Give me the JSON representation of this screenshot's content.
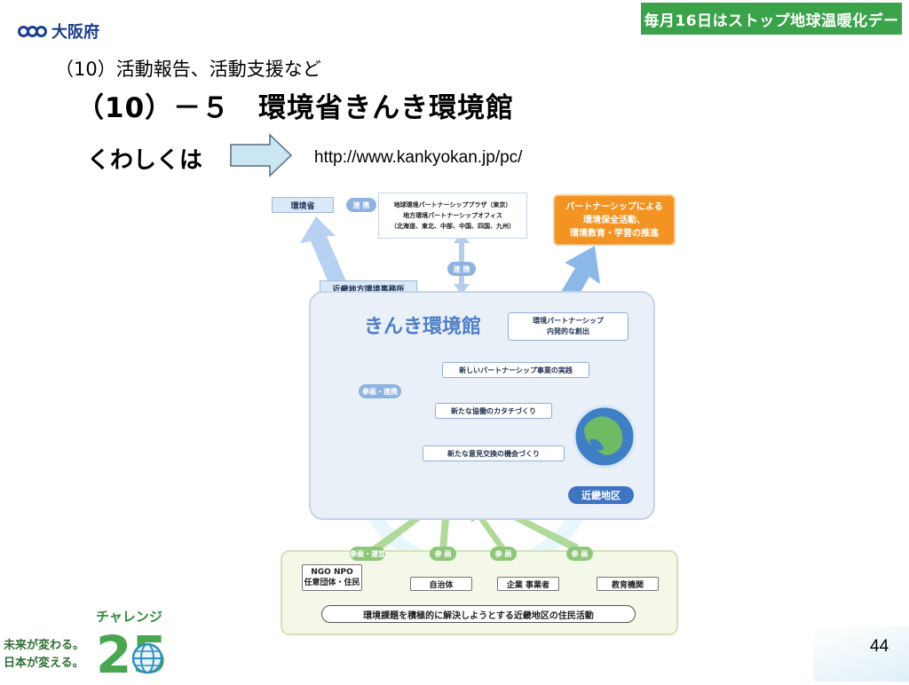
{
  "header": {
    "logo_text": "大阪府",
    "banner": "毎月16日はストップ地球温暖化デー"
  },
  "slide": {
    "subtitle": "（10）活動報告、活動支援など",
    "title": "（10）－５　環境省きんき環境館",
    "detail_label": "くわしくは",
    "url": "http://www.kankyokan.jp/pc/",
    "page_number": "44"
  },
  "diagram": {
    "ministry": "環境省",
    "link_top": "連 携",
    "link_mid": "連 携",
    "partnership_offices": [
      "地球環境パートナーシッププラザ（東京）",
      "地方環境パートナーシップオフィス",
      "（北海道、東北、中部、中国、四国、九州）"
    ],
    "outcome": [
      "パートナーシップによる",
      "環境保全活動、",
      "環境教育・学習の推進"
    ],
    "regional_office": "近畿地方環境事務所",
    "kankyokan": "きんき環境館",
    "partnership_creation": [
      "環境パートナーシップ",
      "内発的な創出"
    ],
    "participate_link": "参画・連携",
    "activities": [
      "新しいパートナーシップ事業の実践",
      "新たな協働のカタチづくり",
      "新たな意見交換の機会づくり"
    ],
    "region": "近畿地区",
    "participation_tags": [
      "参画・運営",
      "参 画",
      "参 画",
      "参 画"
    ],
    "actors": {
      "ngo_line1": "NGO NPO",
      "ngo_line2": "任意団体・住民",
      "municipality": "自治体",
      "business": "企業 事業者",
      "education": "教育機関"
    },
    "footer": "環境課題を積極的に解決しようとする近畿地区の住民活動"
  },
  "challenge_logo": {
    "label": "チャレンジ",
    "line1": "未来が変わる。",
    "line2": "日本が変える。",
    "number": "25"
  },
  "colors": {
    "banner_green": "#3aa34a",
    "logo_blue": "#1a3e8c",
    "orange": "#f39321",
    "kankyokan_blue": "#4f7fc4"
  }
}
